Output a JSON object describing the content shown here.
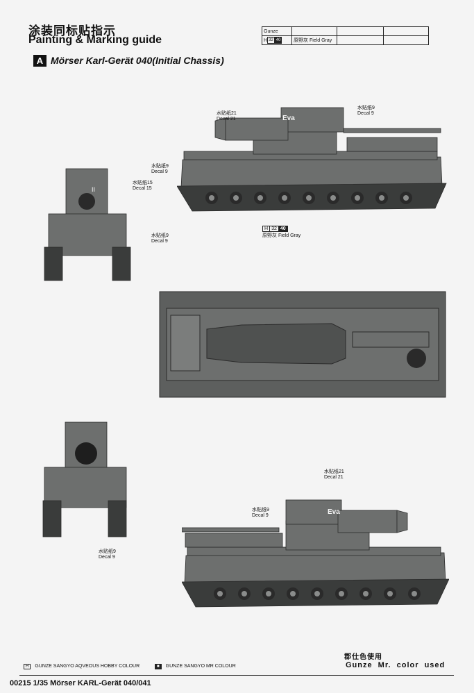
{
  "header": {
    "title_cn": "涂装同标贴指示",
    "title_en": "Painting & Marking guide",
    "section_letter": "A",
    "section_title": "Mörser Karl-Gerät 040(Initial Chassis)"
  },
  "color_table": {
    "header": "Gunze",
    "row_h": "H",
    "row_num": "32",
    "row_mr": "40",
    "row_cn": "原野灰",
    "row_en": "Field Gray"
  },
  "callouts": {
    "side_top_left_cn": "水贴纸21",
    "side_top_left_en": "Decal 21",
    "side_top_right_cn": "水贴纸9",
    "side_top_right_en": "Decal 9",
    "rear_a_cn": "水贴纸9",
    "rear_a_en": "Decal 9",
    "rear_b_cn": "水贴纸15",
    "rear_b_en": "Decal 15",
    "rear_c_cn": "水贴纸9",
    "rear_c_en": "Decal 9",
    "front_cn": "水贴纸9",
    "front_en": "Decal 9",
    "side_bot_a_cn": "水贴纸21",
    "side_bot_a_en": "Decal 21",
    "side_bot_b_cn": "水贴纸9",
    "side_bot_b_en": "Decal 9"
  },
  "color_ref": {
    "h": "H",
    "num": "32",
    "mr": "40",
    "cn": "原野灰",
    "en": "Field Gray"
  },
  "vehicle_marking": "Eva",
  "roman_marking": "II",
  "legend": {
    "h_key": "H",
    "h_text": "GUNZE SANGYO AQVEOUS HOBBY COLOUR",
    "mr_key": "■",
    "mr_text": "GUNZE SANGYO MR COLOUR",
    "gunze_cn": "郡仕色使用",
    "gunze_en": "Gunze Mr. color used"
  },
  "footer": "00215 1/35 Mörser KARL-Gerät 040/041",
  "colors": {
    "field_gray": "#6d6f6e",
    "field_gray_dark": "#4a4c4b",
    "track": "#2f3130",
    "paper": "#f4f4f4"
  }
}
